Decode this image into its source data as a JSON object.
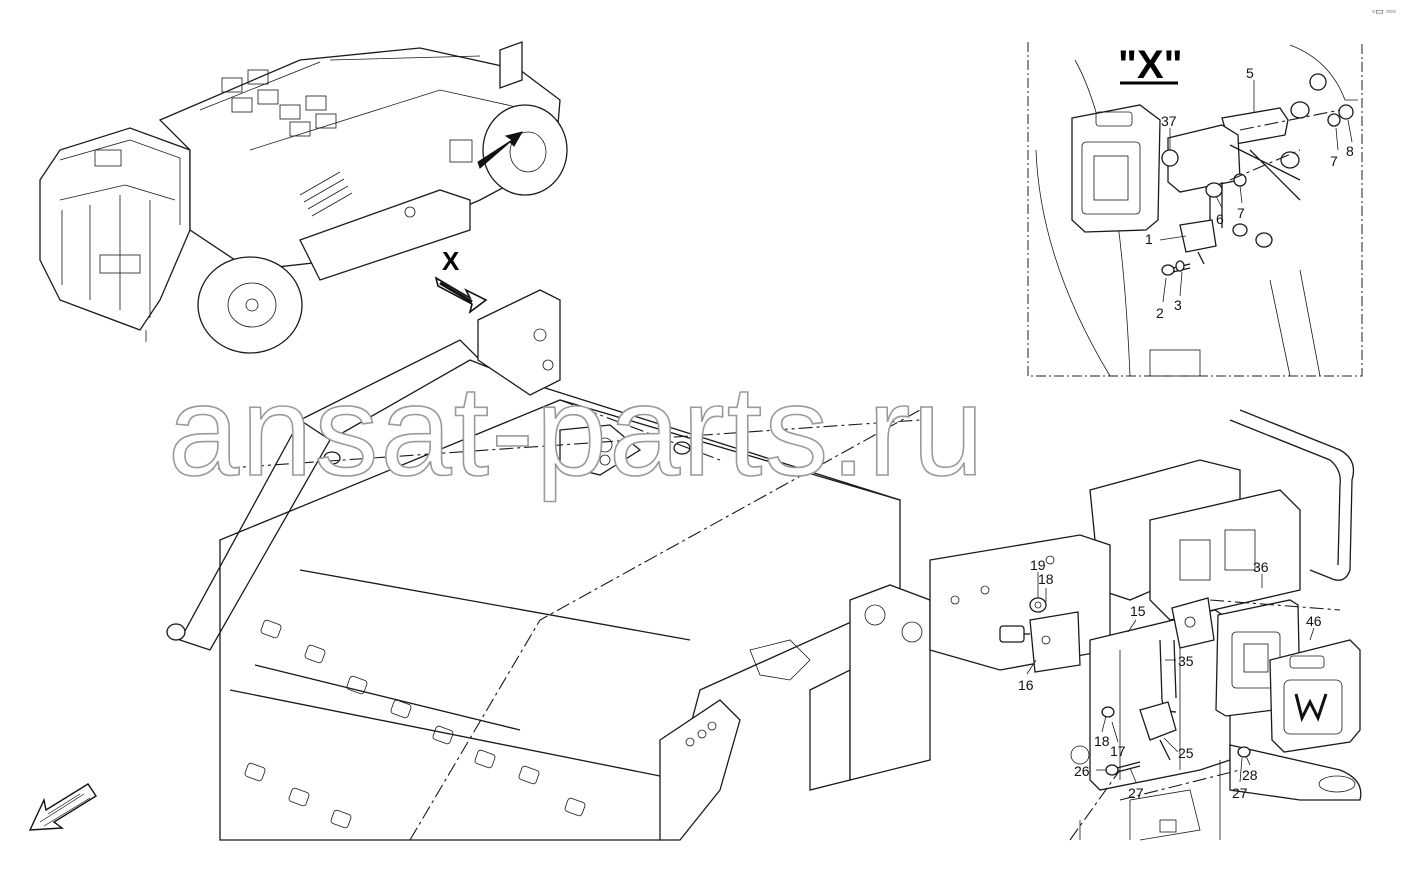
{
  "page_id": "▫▭ ▫▫▫",
  "watermark": "ansat-parts.ru",
  "detail_view": {
    "title": "\"X\"",
    "callouts": [
      "5",
      "37",
      "7",
      "8",
      "6",
      "7",
      "1",
      "2",
      "3"
    ]
  },
  "view_marker": "X",
  "callouts": [
    "19",
    "18",
    "15",
    "36",
    "46",
    "35",
    "16",
    "18",
    "17",
    "25",
    "26",
    "27",
    "28",
    "27"
  ]
}
